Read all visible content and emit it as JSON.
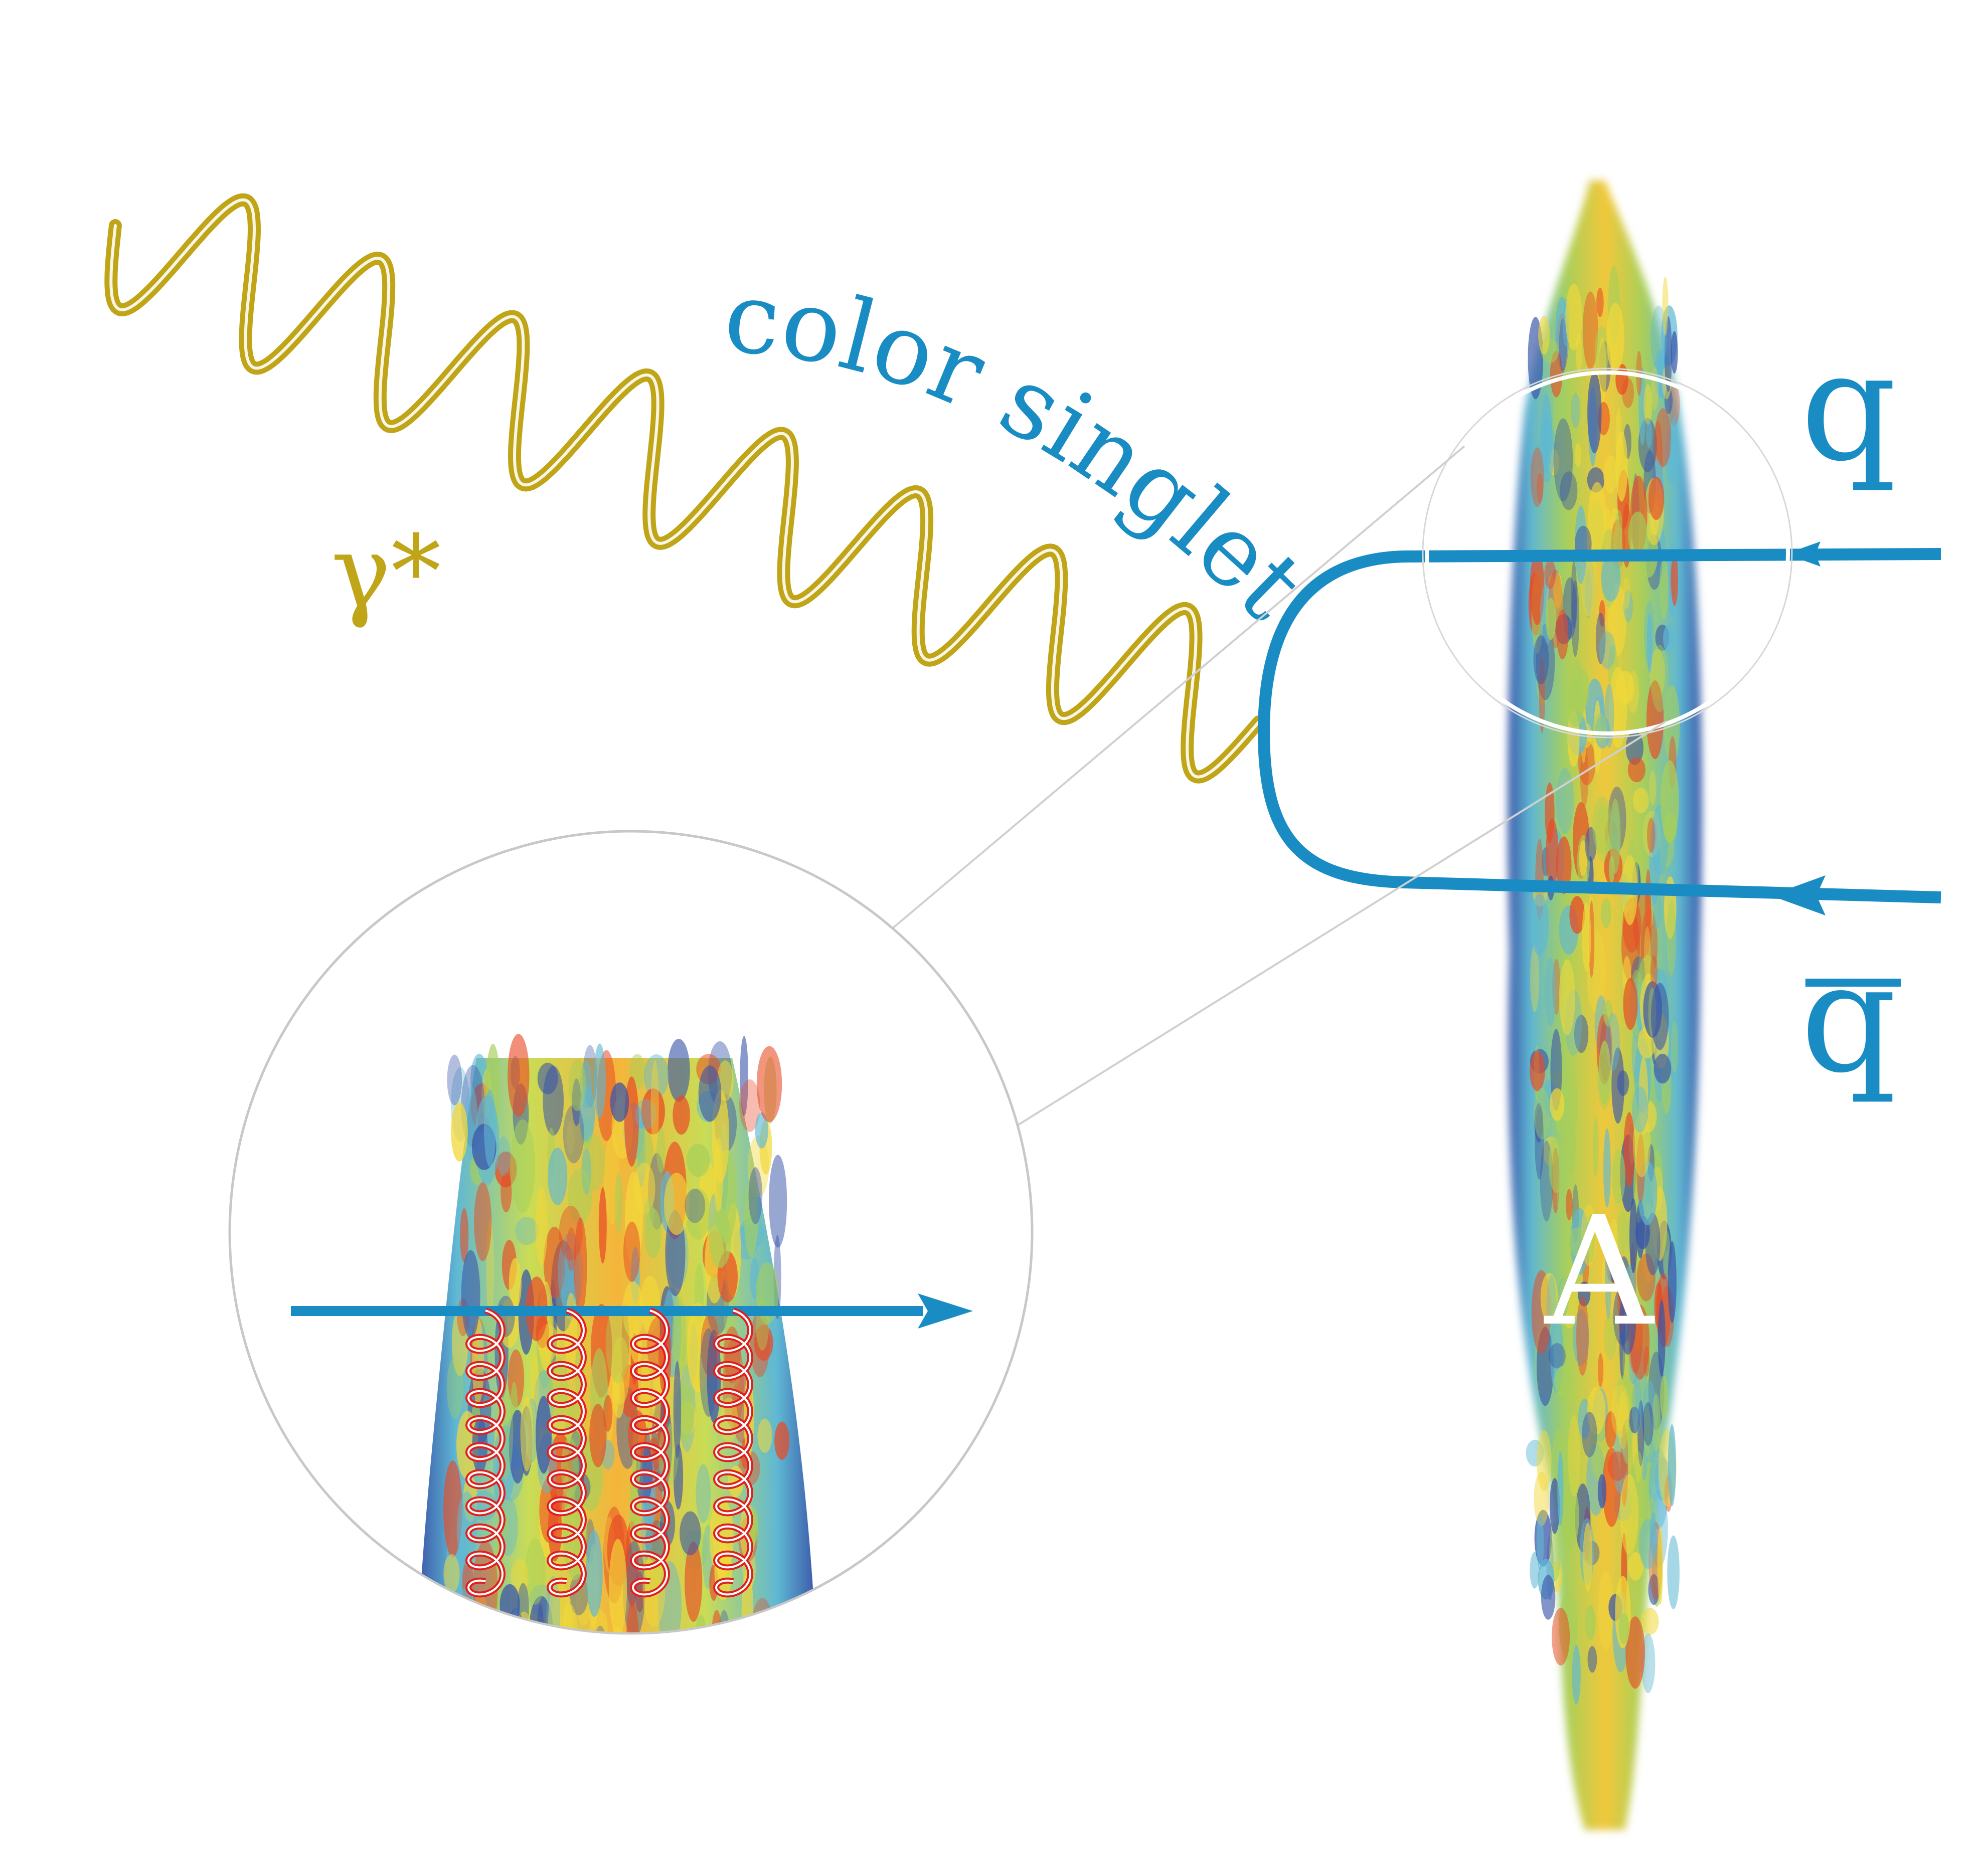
{
  "labels": {
    "photon": "γ*",
    "arc_text": "color singlet",
    "quark": "q",
    "antiquark": "q",
    "nucleus": "A"
  },
  "colors": {
    "photon": "#bfa517",
    "quark_line": "#1a8cc4",
    "gluon": "#e0201e",
    "nucleus_dark": "#3a55a8",
    "nucleus_mid": "#5fb8d4",
    "nucleus_green": "#a7cf5a",
    "nucleus_yellow": "#f2d83a",
    "nucleus_red": "#e84a25",
    "nucleus_label": "#ffffff"
  },
  "icons": {
    "quark_arrow": "arrow-right-icon",
    "antiquark_arrow": "arrow-left-icon",
    "probe_arrow": "arrow-right-icon",
    "gluon": "gluon-coil-icon",
    "magnifier": "zoom-circle-icon"
  }
}
